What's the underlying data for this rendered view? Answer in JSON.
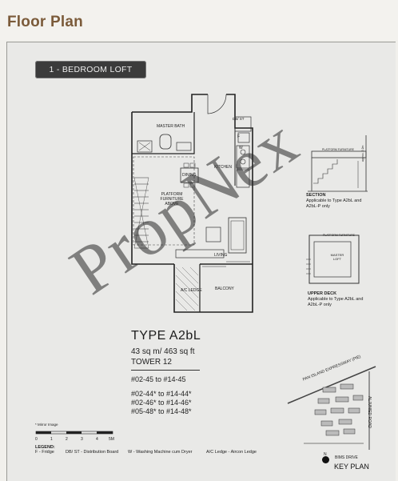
{
  "page_title": "Floor Plan",
  "badge": "1 - BEDROOM LOFT",
  "rooms": {
    "master_bath": "MASTER BATH",
    "dining": "DINING",
    "kitchen": "KITCHEN",
    "platform": "PLATFORM FURNITURE ABOVE",
    "living": "LIVING",
    "ac_ledge": "A/C LEDGE",
    "balcony": "BALCONY",
    "db": "DB/ ST",
    "f": "F",
    "w": "W"
  },
  "type_title": "TYPE A2bL",
  "area": "43 sq m/ 463 sq ft",
  "tower": "TOWER 12",
  "units_primary": "#02-45 to #14-45",
  "units_mirror": [
    "#02-44* to #14-44*",
    "#02-46* to #14-46*",
    "#05-48* to #14-48*"
  ],
  "section": {
    "label_top": "PLATFORM FURNITURE",
    "height": "approx. 2.2m",
    "caption_title": "SECTION",
    "caption_body": "Applicable to Type A2bL and A2bL-P only"
  },
  "upper_deck": {
    "label_top": "PLATFORM FURNITURE",
    "room": "MASTER LOFT",
    "caption_title": "UPPER DECK",
    "caption_body": "Applicable to Type A2bL and A2bL-P only"
  },
  "minor_image": "* Mirror Image",
  "scale": [
    "0",
    "1",
    "2",
    "3",
    "4",
    "5M"
  ],
  "legend": {
    "title": "LEGEND:",
    "items": [
      "F - Fridge",
      "DB/ ST - Distribution Board",
      "W - Washing Machine cum Dryer",
      "A/C Ledge - Aircon Ledge"
    ]
  },
  "keyplan": {
    "title": "KEY PLAN",
    "road1": "PAN ISLAND EXPRESSWAY (PIE)",
    "road2": "ALJUNIED ROAD",
    "drive": "BIMS DRIVE",
    "north": "N"
  },
  "watermark": "PropNex",
  "colors": {
    "title": "#7b5b3a",
    "badge_bg": "#3b3b3b",
    "paper": "#e9e9e7"
  }
}
